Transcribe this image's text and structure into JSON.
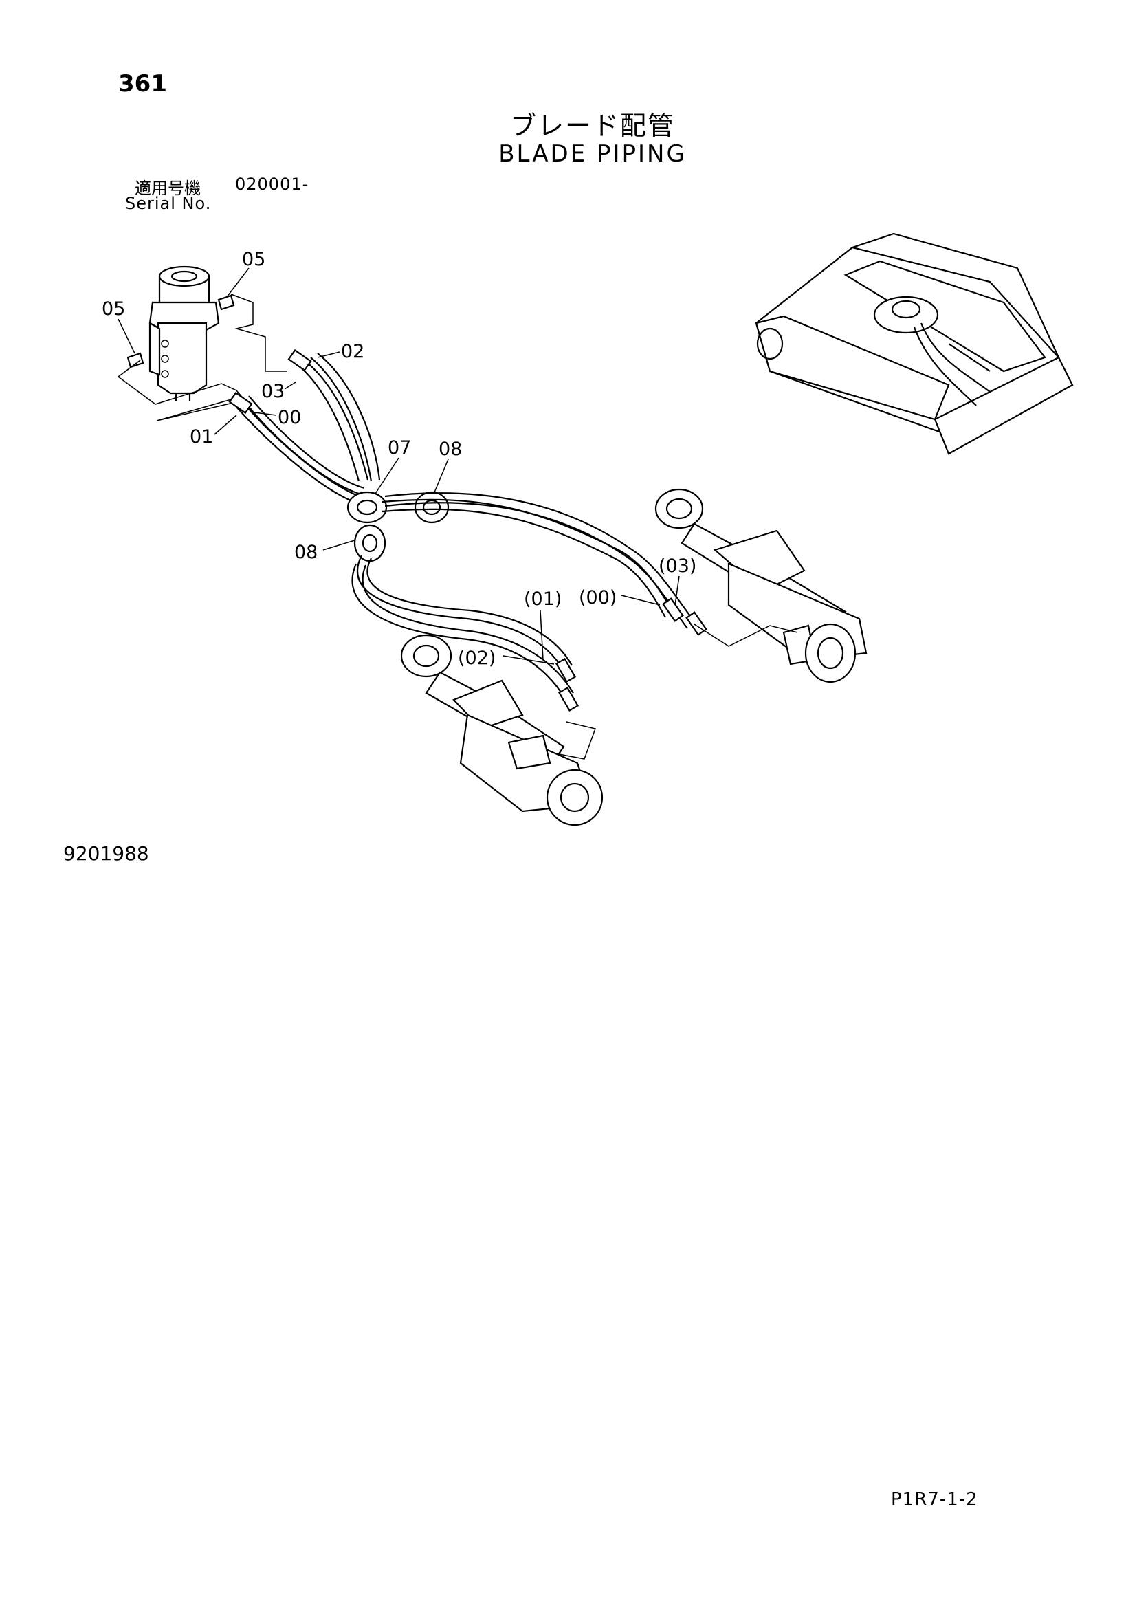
{
  "page_number": "361",
  "title_jp": "ブレード配管",
  "title_en": "BLADE PIPING",
  "serial_label_jp": "適用号機",
  "serial_value": "020001-",
  "serial_label_en": "Serial No.",
  "drawing_number": "9201988",
  "sheet_code": "P1R7-1-2",
  "callouts": {
    "c05a": "05",
    "c05b": "05",
    "c02": "02",
    "c03": "03",
    "c00": "00",
    "c01": "01",
    "c07": "07",
    "c08a": "08",
    "c08b": "08",
    "c03p": "(03)",
    "c00p": "(00)",
    "c01p": "(01)",
    "c02p": "(02)"
  }
}
